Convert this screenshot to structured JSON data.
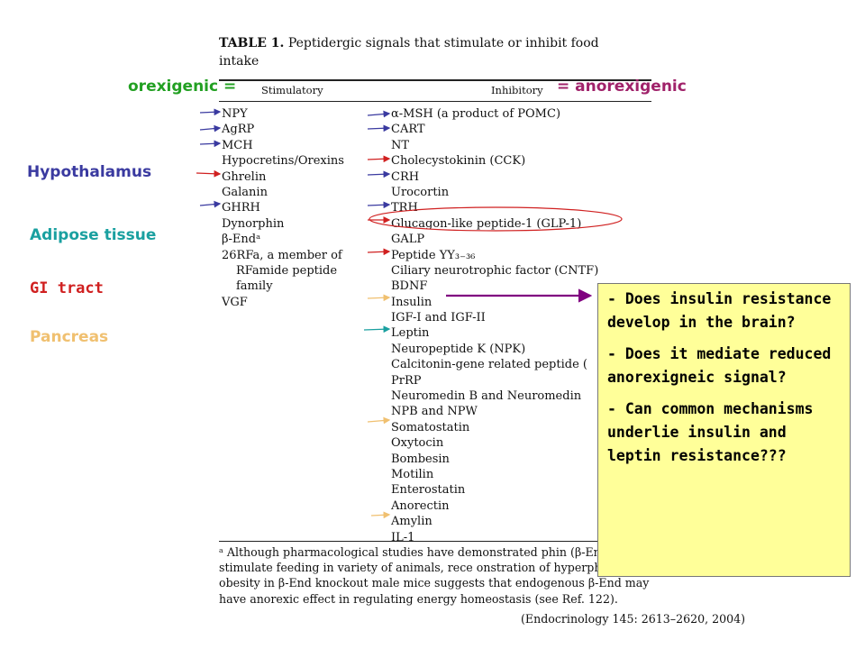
{
  "caption": {
    "label": "TABLE 1.",
    "text": "Peptidergic signals that stimulate or inhibit food intake"
  },
  "headers": {
    "orexigenic": "orexigenic =",
    "stimulatory": "Stimulatory",
    "inhibitory": "Inhibitory",
    "anorexigenic": "= anorexigenic"
  },
  "side_labels": {
    "hypothalamus": "Hypothalamus",
    "adipose": "Adipose tissue",
    "gi": "GI tract",
    "pancreas": "Pancreas"
  },
  "stimulatory": [
    "NPY",
    "AgRP",
    "MCH",
    "Hypocretins/Orexins",
    "Ghrelin",
    "Galanin",
    "GHRH",
    "Dynorphin",
    "β-Endᵃ",
    "26RFa, a member of",
    "RFamide peptide",
    "family",
    "VGF"
  ],
  "inhibitory": [
    "α-MSH (a product of POMC)",
    "CART",
    "NT",
    "Cholecystokinin (CCK)",
    "CRH",
    "Urocortin",
    "TRH",
    "Glucagon-like peptide-1 (GLP-1)",
    "GALP",
    "Peptide YY₃₋₃₆",
    "Ciliary neurotrophic factor (CNTF)",
    "BDNF",
    "Insulin",
    "IGF-I and IGF-II",
    "Leptin",
    "Neuropeptide K (NPK)",
    "Calcitonin-gene related peptide (",
    "PrRP",
    "Neuromedin B and Neuromedin",
    "NPB and NPW",
    "Somatostatin",
    "Oxytocin",
    "Bombesin",
    "Motilin",
    "Enterostatin",
    "Anorectin",
    "Amylin",
    "IL-1"
  ],
  "footnote": "ᵃ Although pharmacological studies have demonstrated phin (β-End) to stimulate feeding in variety of animals, rece onstration of hyperphagia and obesity in β-End knockout male mice suggests that endogenous β-End may have anorexic effect in regulating energy homeostasis (see Ref. 122).",
  "citation": "(Endocrinology 145: 2613–2620, 2004)",
  "callout": [
    "- Does insulin resistance develop in the brain?",
    "- Does it mediate reduced anorexigneic signal?",
    "- Can common mechanisms underlie insulin and leptin resistance???"
  ],
  "colors": {
    "orexigenic": "#22a022",
    "anorexigenic": "#a0226a",
    "hypothalamus": "#3a3aa0",
    "adipose": "#1aa0a0",
    "gi": "#d02020",
    "pancreas": "#f0c070",
    "callout_bg": "#ffff99",
    "purple_arrow": "#800080"
  }
}
